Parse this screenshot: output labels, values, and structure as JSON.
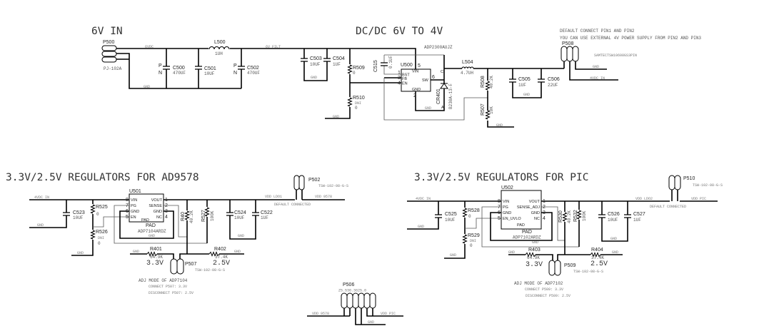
{
  "titles": {
    "input": "6V IN",
    "dcdc": "DC/DC 6V TO 4V",
    "reg_ad9578": "3.3V/2.5V REGULATORS FOR AD9578",
    "reg_pic": "3.3V/2.5V REGULATORS FOR PIC"
  },
  "input": {
    "p500": {
      "ref": "P500",
      "value": "PJ-102A"
    },
    "l500": {
      "ref": "L500",
      "value": "1UH"
    },
    "c500": {
      "ref": "C500",
      "value": "470UF"
    },
    "c501": {
      "ref": "C501",
      "value": "10UF"
    },
    "c502": {
      "ref": "C502",
      "value": "470UF"
    },
    "pol_p": "P",
    "pol_n": "N",
    "net_6vdc": "6VDC",
    "net_6vfilt": "6V FILT",
    "net_gnd": "GND"
  },
  "dcdc": {
    "c503": {
      "ref": "C503",
      "value": "10UF"
    },
    "c504": {
      "ref": "C504",
      "value": "1UF"
    },
    "r509": {
      "ref": "R509",
      "value": "0"
    },
    "r510": {
      "ref": "R510",
      "dnp": "DNI",
      "value": "0"
    },
    "c515": {
      "ref": "C515",
      "value": "0.1UF"
    },
    "u500": {
      "ref": "U500",
      "part": "ADP2300AUJZ",
      "pins": {
        "vin": "VIN",
        "bst": "BST",
        "fb": "FB",
        "en": "EN",
        "gnd": "GND",
        "sw": "SW"
      },
      "pin_numbers": [
        "5",
        "1",
        "3",
        "4",
        "2",
        "6"
      ]
    },
    "cr401": {
      "ref": "CR401",
      "part": "B230A-13-F",
      "a": "A",
      "c": "C"
    },
    "l504": {
      "ref": "L504",
      "value": "4.7UH"
    },
    "r508": {
      "ref": "R508",
      "value": "40.2K"
    },
    "r507": {
      "ref": "R507",
      "value": "10K"
    },
    "c505": {
      "ref": "C505",
      "value": "1UF"
    },
    "c506": {
      "ref": "C506",
      "value": "22UF"
    },
    "p508": {
      "ref": "P508",
      "part": "SAMTECTSW10608GS3PIN"
    },
    "note_line1": "DEFAULT CONNECT PIN1 AND PIN2",
    "note_line2": "YOU CAN USE EXTERNAL 4V POWER SUPPLY FROM PIN2 AND PIN3",
    "net_gnd": "GND",
    "net_4vdc": "4VDC IN"
  },
  "reg1": {
    "net_in": "4VDC IN",
    "net_gnd": "GND",
    "c523": {
      "ref": "C523",
      "value": "10UF"
    },
    "r525": {
      "ref": "R525",
      "value": "0"
    },
    "r526": {
      "ref": "R526",
      "dnp": "DNI",
      "value": "0"
    },
    "u501": {
      "ref": "U501",
      "part": "ADP7104ARDZ",
      "pad": "PAD",
      "gnd": "GND",
      "left_pins": [
        {
          "num": "8",
          "name": "VIN"
        },
        {
          "num": "7",
          "name": "PG"
        },
        {
          "num": "6",
          "name": "GND"
        },
        {
          "num": "5",
          "name": "EN"
        }
      ],
      "right_pins": [
        {
          "num": "1",
          "name": "VOUT"
        },
        {
          "num": "2",
          "name": "SENSE"
        },
        {
          "num": "3",
          "name": "GND"
        },
        {
          "num": "4",
          "name": "NC"
        }
      ]
    },
    "r400": {
      "ref": "R40",
      "value": "40.2K"
    },
    "r527": {
      "ref": "R527",
      "value": "100K"
    },
    "c524": {
      "ref": "C524",
      "value": "10UF"
    },
    "c522": {
      "ref": "C522",
      "value": "1UF"
    },
    "p502": {
      "ref": "P502",
      "part": "TSW-102-08-G-S"
    },
    "net_ldo": "VDD LDO1",
    "net_out": "VDD 9578",
    "default_connected": "DEFAULT CONNECTED",
    "r401": {
      "ref": "R401",
      "value": "64.9K",
      "voltage": "3.3V"
    },
    "r402": {
      "ref": "R402",
      "value": "37.4K",
      "voltage": "2.5V"
    },
    "p507": {
      "ref": "P507",
      "part": "TSW-102-08-G-S"
    },
    "adj_title": "ADJ MODE OF ADP7104",
    "adj_connect": "CONNECT P507: 3.3V",
    "adj_disconnect": "DISCONNECT P507: 2.5V"
  },
  "reg2": {
    "net_in": "4VDC IN",
    "net_gnd": "GND",
    "c525": {
      "ref": "C525",
      "value": "10UF"
    },
    "r528": {
      "ref": "R528",
      "value": "0"
    },
    "r529": {
      "ref": "R529",
      "dnp": "DNI",
      "value": "0"
    },
    "u502": {
      "ref": "U502",
      "part": "ADP7102ARDZ",
      "pad": "PAD",
      "gnd": "GND",
      "left_pins": [
        {
          "num": "8",
          "name": "VIN"
        },
        {
          "num": "7",
          "name": "PG"
        },
        {
          "num": "6",
          "name": "GND"
        },
        {
          "num": "5",
          "name": "EN_UVLO"
        }
      ],
      "right_pins": [
        {
          "num": "1",
          "name": "VOUT"
        },
        {
          "num": "2",
          "name": "SENSE_ADJ"
        },
        {
          "num": "3",
          "name": "GND"
        },
        {
          "num": "4",
          "name": "NC"
        }
      ]
    },
    "r530": {
      "ref": "R530",
      "value": "40.2K"
    },
    "r532": {
      "ref": "R532",
      "value": "100K"
    },
    "c526": {
      "ref": "C526",
      "value": "10UF"
    },
    "c527": {
      "ref": "C527",
      "value": "1UF"
    },
    "p510": {
      "ref": "P510",
      "part": "TSW-102-08-G-S"
    },
    "net_ldo": "VDD LDO2",
    "net_out": "VDD PIC",
    "default_connected": "DEFAULT CONNECTED",
    "r403": {
      "ref": "R403",
      "value": "64.9K",
      "voltage": "3.3V"
    },
    "r404": {
      "ref": "R404",
      "value": "37.4K",
      "voltage": "2.5V"
    },
    "p509": {
      "ref": "P509",
      "part": "TSW-102-08-G-S"
    },
    "adj_title": "ADJ MODE OF ADP7102",
    "adj_connect": "CONNECT P509: 3.3V",
    "adj_disconnect": "DISCONNECT P509: 2.5V"
  },
  "p506": {
    "ref": "P506",
    "part": "Z5.530.3625.0",
    "net_left": "VDD 9578",
    "net_right": "VDD PIC",
    "net_gnd": "GND"
  }
}
